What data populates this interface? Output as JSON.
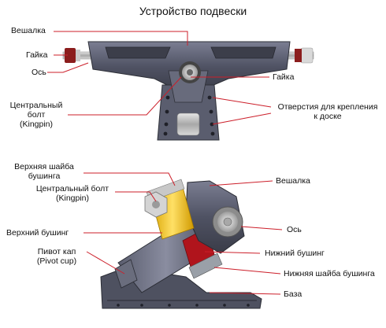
{
  "title": "Устройство подвески",
  "top": {
    "hanger": "Вешалка",
    "nut_left": "Гайка",
    "axle": "Ось",
    "kingpin": [
      "Центральный",
      "болт",
      "(Kingpin)"
    ],
    "nut_right": "Гайка",
    "mount_holes": [
      "Отверстия для крепления",
      "к доске"
    ]
  },
  "bottom": {
    "top_washer": [
      "Верхняя шайба",
      "бушинга"
    ],
    "kingpin": [
      "Центральный болт",
      "(Kingpin)"
    ],
    "top_bushing": "Верхний бушинг",
    "pivot_cup": [
      "Пивот кап",
      "(Pivot cup)"
    ],
    "hanger": "Вешалка",
    "axle": "Ось",
    "bottom_bushing": "Нижний бушинг",
    "bottom_washer": "Нижняя шайба бушинга",
    "base": "База"
  },
  "colors": {
    "leader": "#cc1f2a",
    "metal_dark": "#4a4d5c",
    "metal_mid": "#6b6e80",
    "bushing_red": "#b0141c",
    "bushing_yellow": "#f2c21e"
  }
}
